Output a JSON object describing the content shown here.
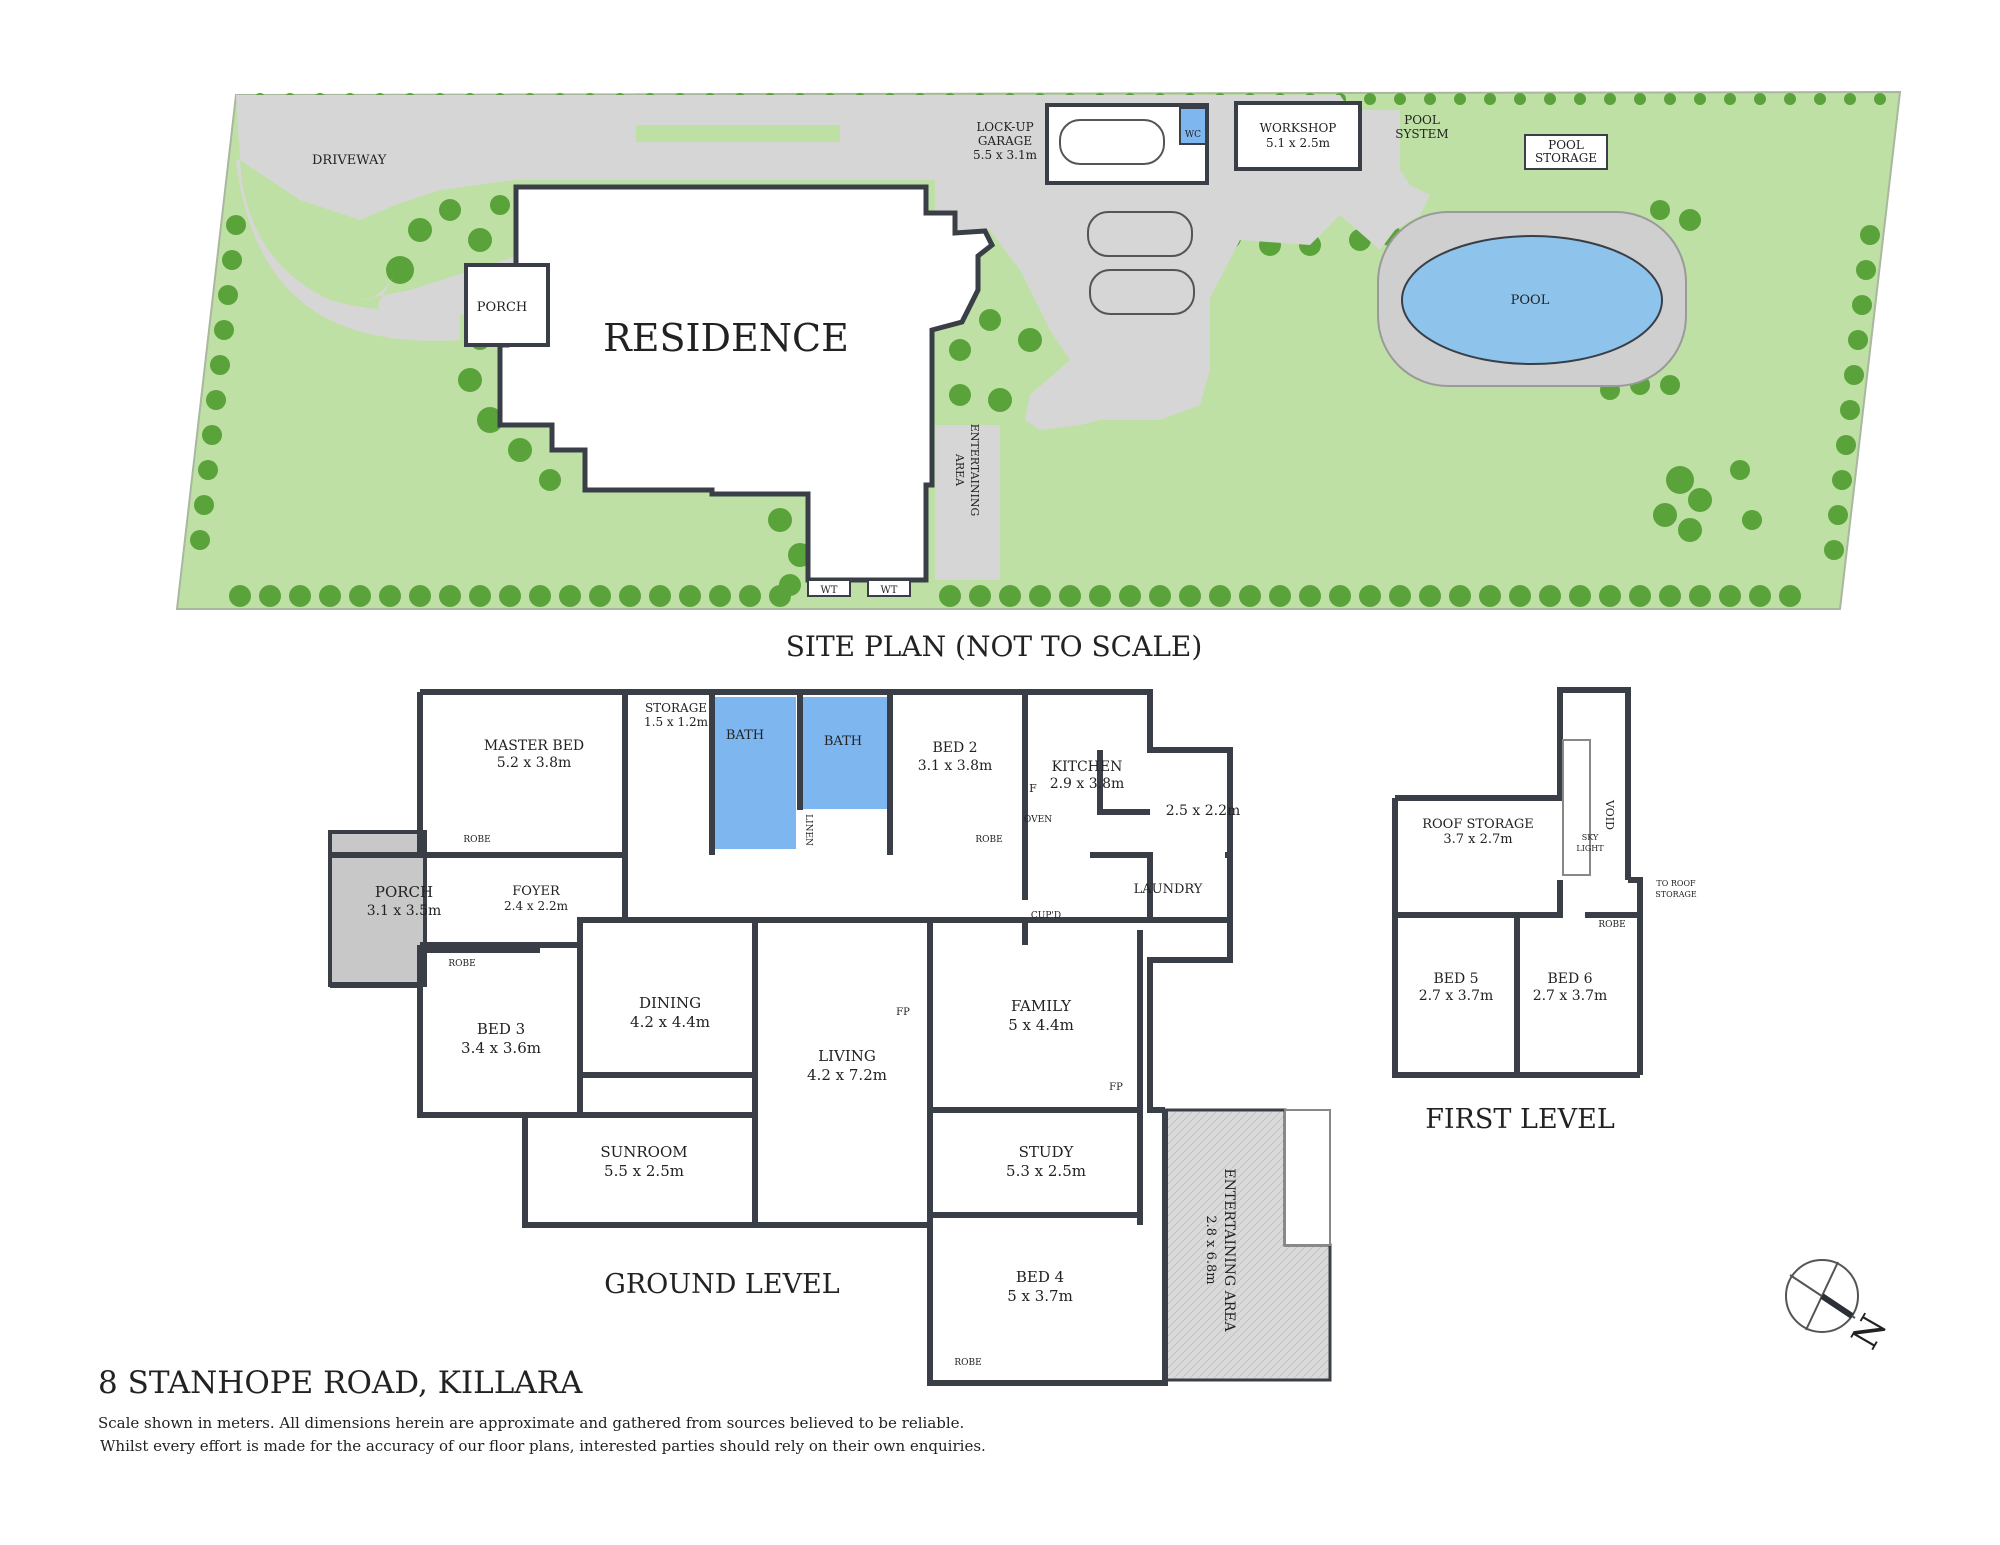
{
  "site": {
    "title": "SITE PLAN (NOT TO SCALE)",
    "residence": "RESIDENCE",
    "driveway": "DRIVEWAY",
    "porch": "PORCH",
    "garage": "LOCK-UP GARAGE",
    "garage_label_1": "LOCK-UP",
    "garage_label_2": "GARAGE",
    "garage_dim": "5.5 x 3.1m",
    "wc": "WC",
    "workshop": "WORKSHOP",
    "workshop_dim": "5.1 x 2.5m",
    "pool_system_1": "POOL",
    "pool_system_2": "SYSTEM",
    "pool_storage_1": "POOL",
    "pool_storage_2": "STORAGE",
    "pool": "POOL",
    "entertaining_1": "ENTERTAINING",
    "entertaining_2": "AREA",
    "wt_left": "WT",
    "wt_right": "WT"
  },
  "ground": {
    "title": "GROUND LEVEL",
    "rooms": {
      "master_bed": {
        "name": "MASTER BED",
        "dim": "5.2 x 3.8m"
      },
      "storage": {
        "name": "STORAGE",
        "dim": "1.5 x 1.2m"
      },
      "bath1": {
        "name": "BATH"
      },
      "bath2": {
        "name": "BATH"
      },
      "bed2": {
        "name": "BED 2",
        "dim": "3.1 x 3.8m"
      },
      "kitchen": {
        "name": "KITCHEN",
        "dim": "2.9 x 3.8m"
      },
      "room_25": {
        "dim": "2.5 x 2.2m"
      },
      "porch": {
        "name": "PORCH",
        "dim": "3.1 x 3.5m"
      },
      "foyer": {
        "name": "FOYER",
        "dim": "2.4 x 2.2m"
      },
      "laundry": {
        "name": "LAUNDRY"
      },
      "dining": {
        "name": "DINING",
        "dim": "4.2 x 4.4m"
      },
      "living": {
        "name": "LIVING",
        "dim": "4.2 x 7.2m"
      },
      "family": {
        "name": "FAMILY",
        "dim": "5 x 4.4m"
      },
      "bed3": {
        "name": "BED 3",
        "dim": "3.4 x 3.6m"
      },
      "sunroom": {
        "name": "SUNROOM",
        "dim": "5.5 x 2.5m"
      },
      "study": {
        "name": "STUDY",
        "dim": "5.3 x 2.5m"
      },
      "bed4": {
        "name": "BED 4",
        "dim": "5 x 3.7m"
      },
      "entertaining": {
        "name": "ENTERTAINING AREA",
        "dim": "2.8 x 6.8m"
      }
    },
    "small": {
      "robe": "ROBE",
      "linen": "LINEN",
      "cupd": "CUP'D",
      "oven": "OVEN",
      "f": "F",
      "fp": "FP"
    }
  },
  "first": {
    "title": "FIRST LEVEL",
    "roof_storage": {
      "name": "ROOF STORAGE",
      "dim": "3.7 x 2.7m"
    },
    "void": "VOID",
    "sky_1": "SKY",
    "sky_2": "LIGHT",
    "to_roof_1": "TO ROOF",
    "to_roof_2": "STORAGE",
    "bed5": {
      "name": "BED 5",
      "dim": "2.7 x 3.7m"
    },
    "bed6": {
      "name": "BED 6",
      "dim": "2.7 x 3.7m"
    },
    "robe": "ROBE"
  },
  "footer": {
    "address": "8 STANHOPE ROAD, KILLARA",
    "disclaimer_1": "Scale shown in meters. All dimensions herein are approximate and gathered from sources believed to be  reliable.",
    "disclaimer_2": "Whilst every effort is made for the accuracy of our floor plans, interested parties should rely on their own enquiries."
  },
  "compass": {
    "letter": "N"
  },
  "colors": {
    "lawn": "#bfe0a4",
    "hedge": "#5aa33a",
    "paving": "#d6d6d6",
    "wall": "#3a3f47",
    "water": "#8ec3ec",
    "wet_area": "#7eb6f0",
    "porch_fill": "#c8c8c8"
  }
}
